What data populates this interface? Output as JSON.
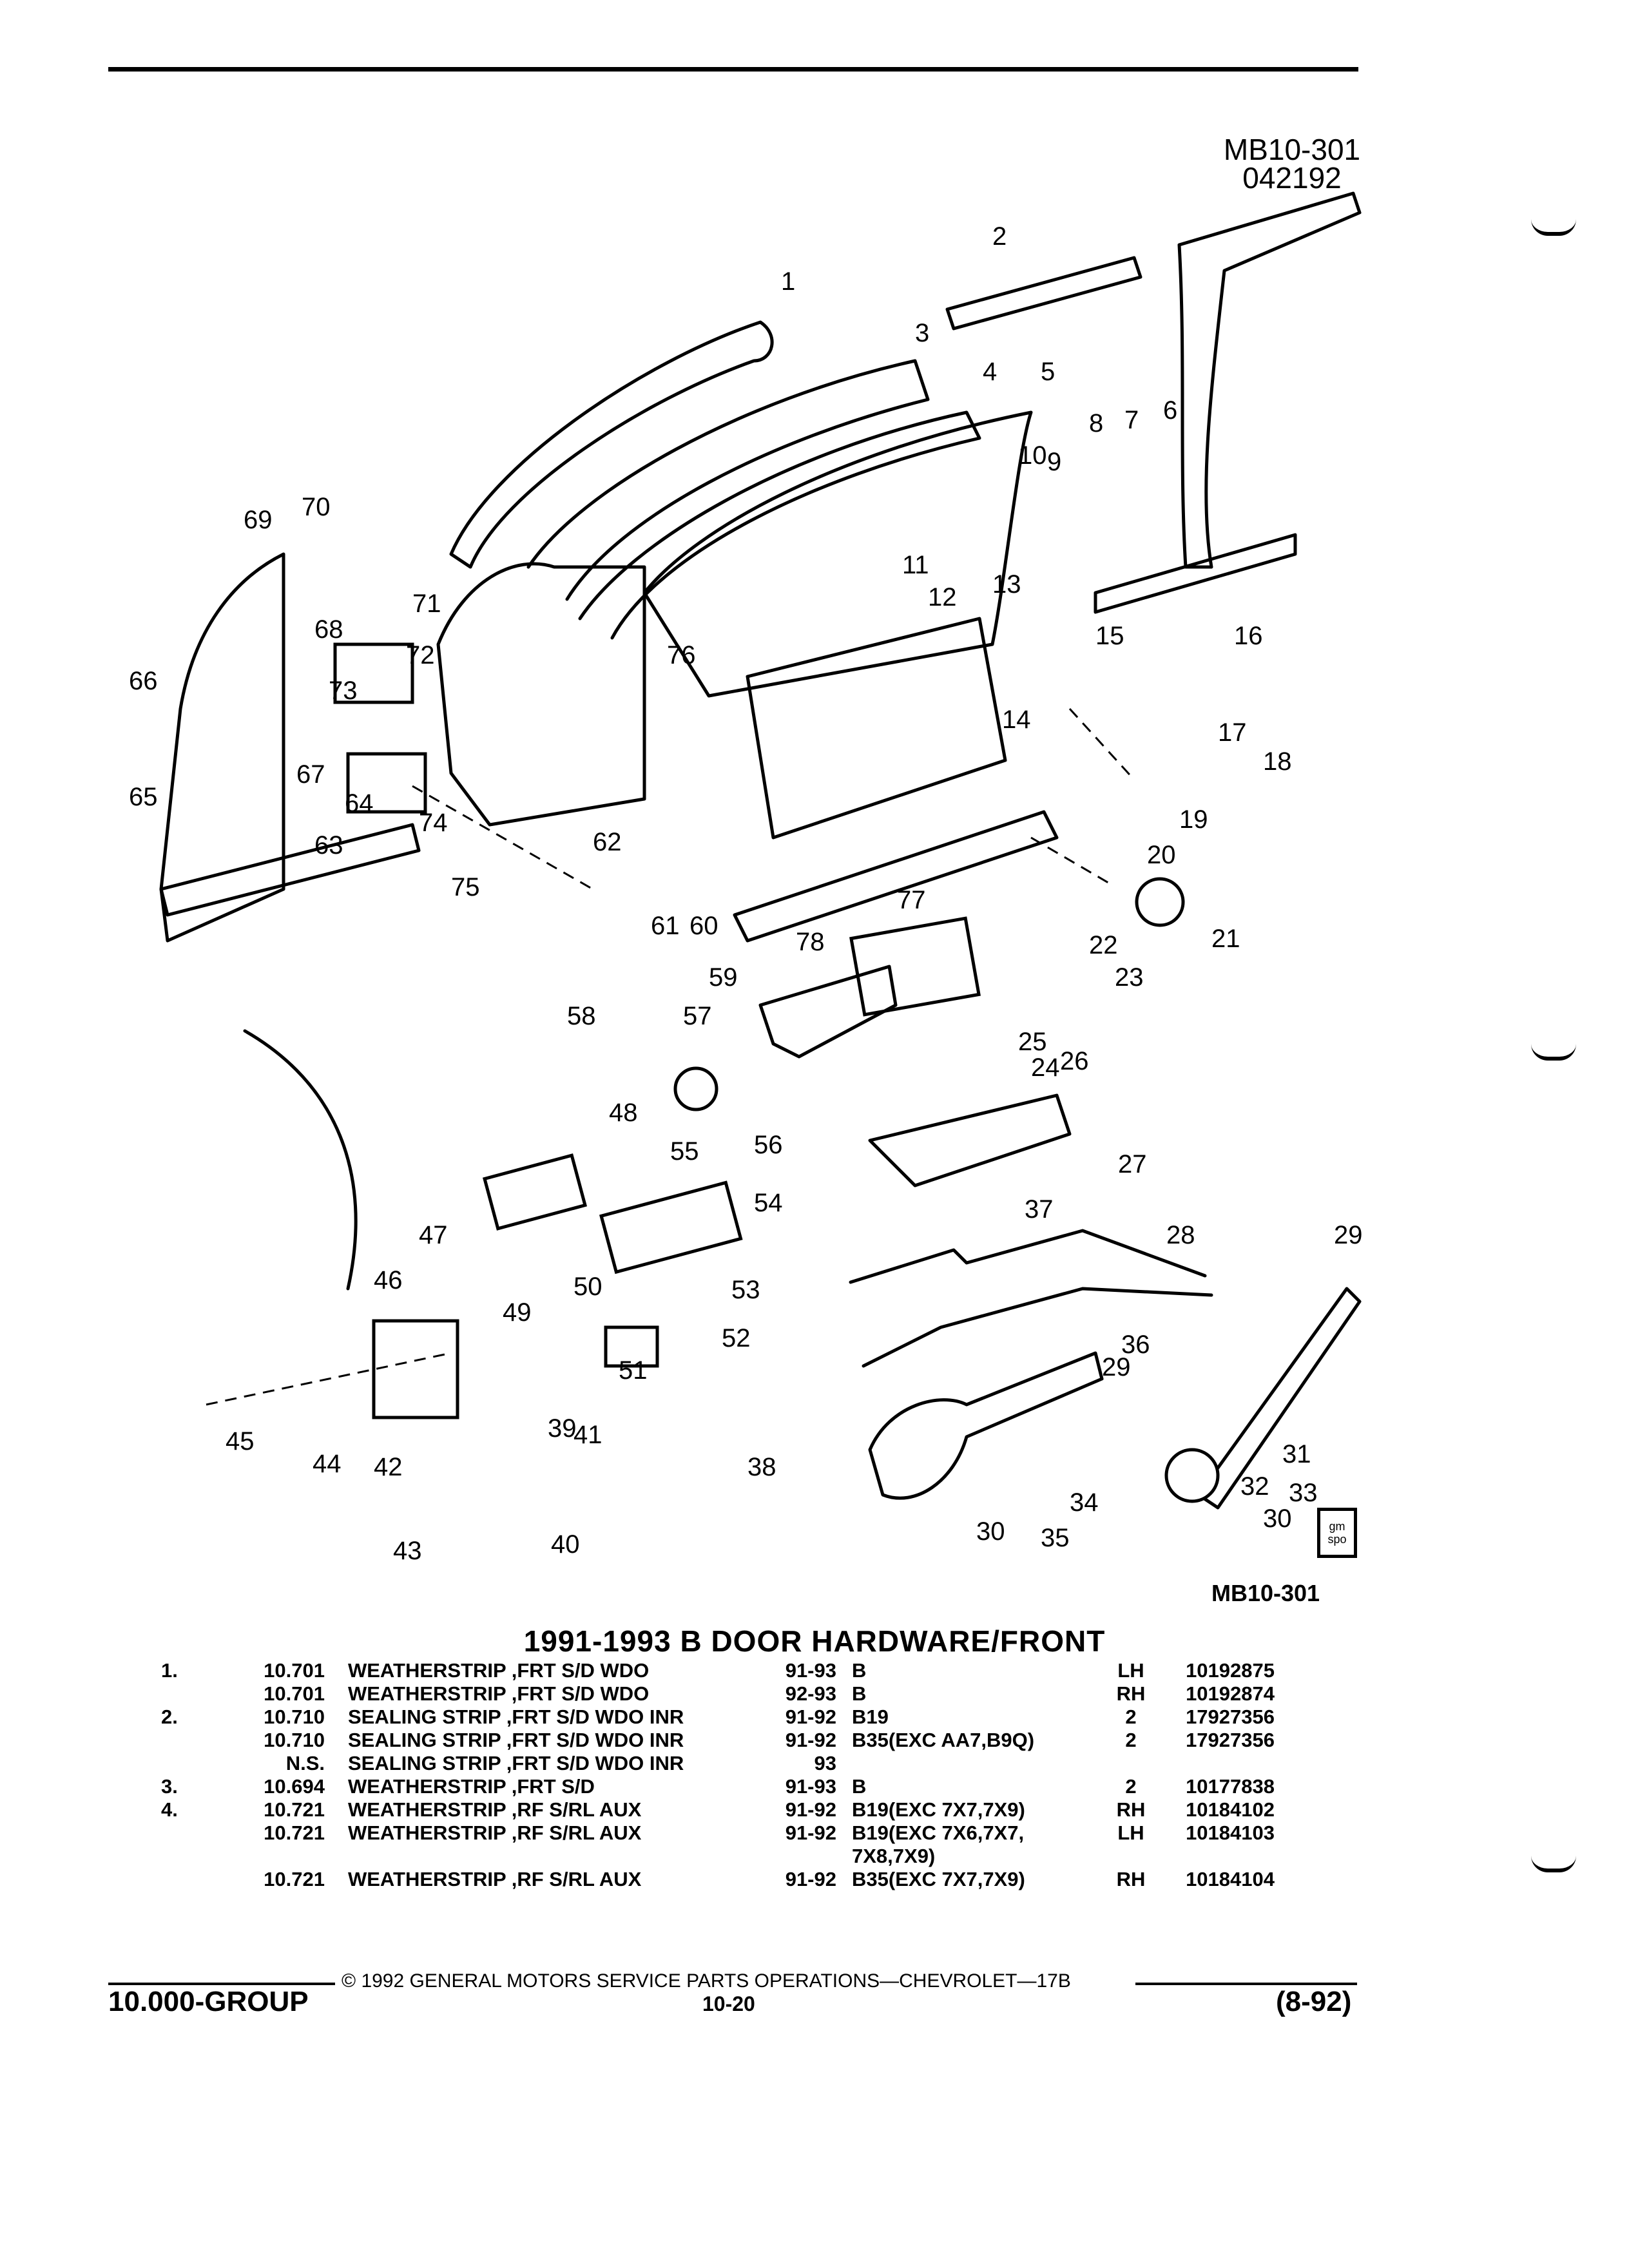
{
  "header": {
    "diagram_id": "MB10-301",
    "diagram_date": "042192"
  },
  "diagram": {
    "callouts": [
      "1",
      "2",
      "3",
      "4",
      "5",
      "6",
      "7",
      "8",
      "9",
      "10",
      "11",
      "12",
      "13",
      "14",
      "15",
      "16",
      "17",
      "18",
      "19",
      "20",
      "21",
      "22",
      "23",
      "24",
      "25",
      "26",
      "27",
      "28",
      "29",
      "29",
      "30",
      "30",
      "31",
      "32",
      "33",
      "34",
      "35",
      "36",
      "37",
      "38",
      "39",
      "40",
      "41",
      "42",
      "43",
      "44",
      "45",
      "46",
      "47",
      "48",
      "49",
      "50",
      "51",
      "52",
      "53",
      "54",
      "55",
      "56",
      "57",
      "58",
      "59",
      "60",
      "61",
      "62",
      "63",
      "64",
      "65",
      "66",
      "67",
      "68",
      "69",
      "70",
      "71",
      "72",
      "73",
      "74",
      "75",
      "76",
      "77",
      "78"
    ],
    "figure_ref": "MB10-301",
    "badge_text": "gm spo"
  },
  "title": "1991-1993 B DOOR HARDWARE/FRONT",
  "parts_list": [
    {
      "no": "1.",
      "group": "10.701",
      "desc": "WEATHERSTRIP ,FRT S/D WDO",
      "years": "91-93",
      "application": "B",
      "qty": "LH",
      "part_no": "10192875"
    },
    {
      "no": "",
      "group": "10.701",
      "desc": "WEATHERSTRIP ,FRT S/D WDO",
      "years": "92-93",
      "application": "B",
      "qty": "RH",
      "part_no": "10192874"
    },
    {
      "no": "2.",
      "group": "10.710",
      "desc": "SEALING STRIP ,FRT S/D WDO INR",
      "years": "91-92",
      "application": "B19",
      "qty": "2",
      "part_no": "17927356"
    },
    {
      "no": "",
      "group": "10.710",
      "desc": "SEALING STRIP ,FRT S/D WDO INR",
      "years": "91-92",
      "application": "B35(EXC AA7,B9Q)",
      "qty": "2",
      "part_no": "17927356"
    },
    {
      "no": "",
      "group": "N.S.",
      "desc": "SEALING STRIP ,FRT S/D WDO INR",
      "years": "93",
      "application": "",
      "qty": "",
      "part_no": ""
    },
    {
      "no": "3.",
      "group": "10.694",
      "desc": "WEATHERSTRIP ,FRT S/D",
      "years": "91-93",
      "application": "B",
      "qty": "2",
      "part_no": "10177838"
    },
    {
      "no": "4.",
      "group": "10.721",
      "desc": "WEATHERSTRIP ,RF S/RL AUX",
      "years": "91-92",
      "application": "B19(EXC 7X7,7X9)",
      "qty": "RH",
      "part_no": "10184102"
    },
    {
      "no": "",
      "group": "10.721",
      "desc": "WEATHERSTRIP ,RF S/RL AUX",
      "years": "91-92",
      "application": "B19(EXC 7X6,7X7, 7X8,7X9)",
      "qty": "LH",
      "part_no": "10184103"
    },
    {
      "no": "",
      "group": "10.721",
      "desc": "WEATHERSTRIP ,RF S/RL AUX",
      "years": "91-92",
      "application": "B35(EXC 7X7,7X9)",
      "qty": "RH",
      "part_no": "10184104"
    }
  ],
  "footer": {
    "copyright": "© 1992 GENERAL MOTORS SERVICE PARTS OPERATIONS—CHEVROLET—17B",
    "group": "10.000-GROUP",
    "page": "10-20",
    "revision": "(8-92)"
  }
}
